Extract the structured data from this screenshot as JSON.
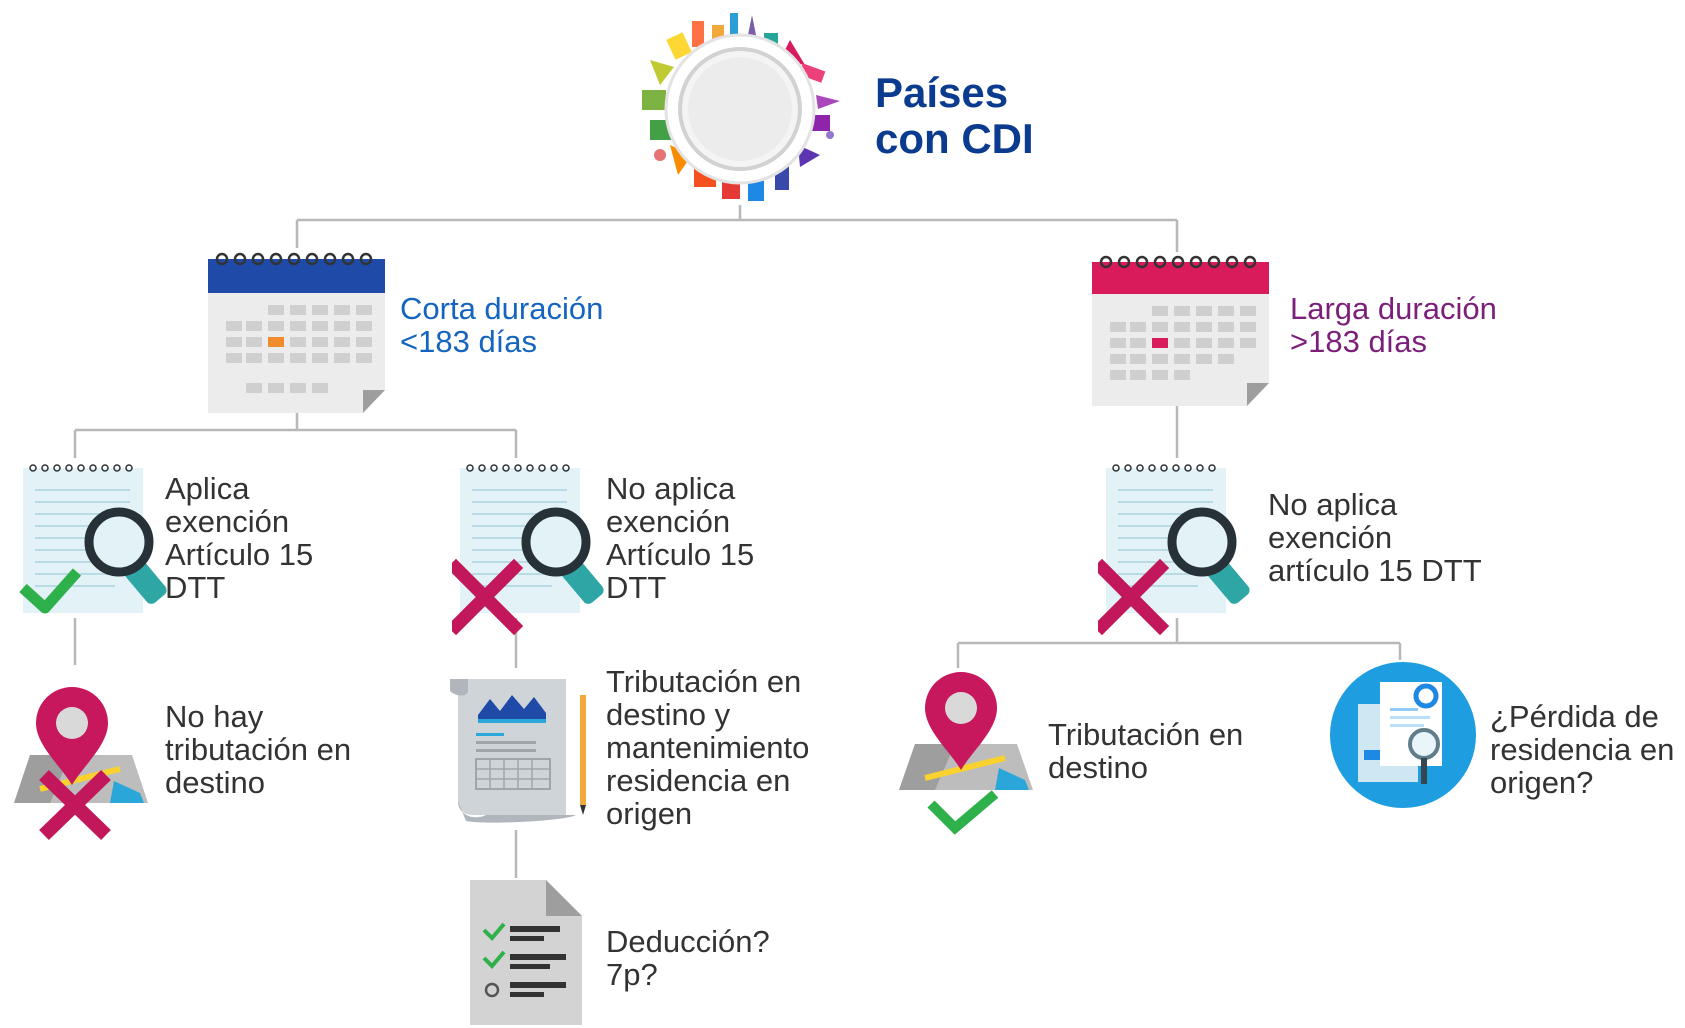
{
  "colors": {
    "title": "#0b3b8f",
    "short_term": "#1565c0",
    "long_term": "#7b1f7a",
    "body_text": "#333333",
    "connector": "#b8b8b8",
    "calendar_blue": "#1f4aa8",
    "calendar_red": "#d91b5c",
    "check_green": "#2eb04b",
    "cross_red": "#c2185b"
  },
  "root": {
    "title_line1": "Países",
    "title_line2": "con CDI",
    "icon": "globe-landmarks-icon"
  },
  "short_term": {
    "line1": "Corta duración",
    "line2": "<183 días",
    "icon": "calendar-icon"
  },
  "long_term": {
    "line1": "Larga duración",
    "line2": ">183 días",
    "icon": "calendar-icon"
  },
  "st_exempt": {
    "lines": [
      "Aplica",
      "exención",
      "Artículo 15",
      "DTT"
    ],
    "icon": "document-magnifier-check-icon"
  },
  "st_not_exempt": {
    "lines": [
      "No aplica",
      "exención",
      "Artículo 15",
      "DTT"
    ],
    "icon": "document-magnifier-cross-icon"
  },
  "st_no_tax": {
    "lines": [
      "No hay",
      "tributación en",
      "destino"
    ],
    "icon": "map-pin-cross-icon"
  },
  "st_tax_destination": {
    "lines": [
      "Tributación en",
      "destino y",
      "mantenimiento",
      "residencia en",
      "origen"
    ],
    "icon": "report-scroll-icon"
  },
  "st_deduction": {
    "lines": [
      "Deducción?",
      "7p?"
    ],
    "icon": "checklist-document-icon"
  },
  "lt_not_exempt": {
    "lines": [
      "No aplica",
      "exención",
      "artículo 15 DTT"
    ],
    "icon": "document-magnifier-cross-icon"
  },
  "lt_tax_destination": {
    "lines": [
      "Tributación en",
      "destino"
    ],
    "icon": "map-pin-check-icon"
  },
  "lt_residence_loss": {
    "lines": [
      "¿Pérdida de",
      "residencia en",
      "origen?"
    ],
    "icon": "document-search-circle-icon"
  }
}
